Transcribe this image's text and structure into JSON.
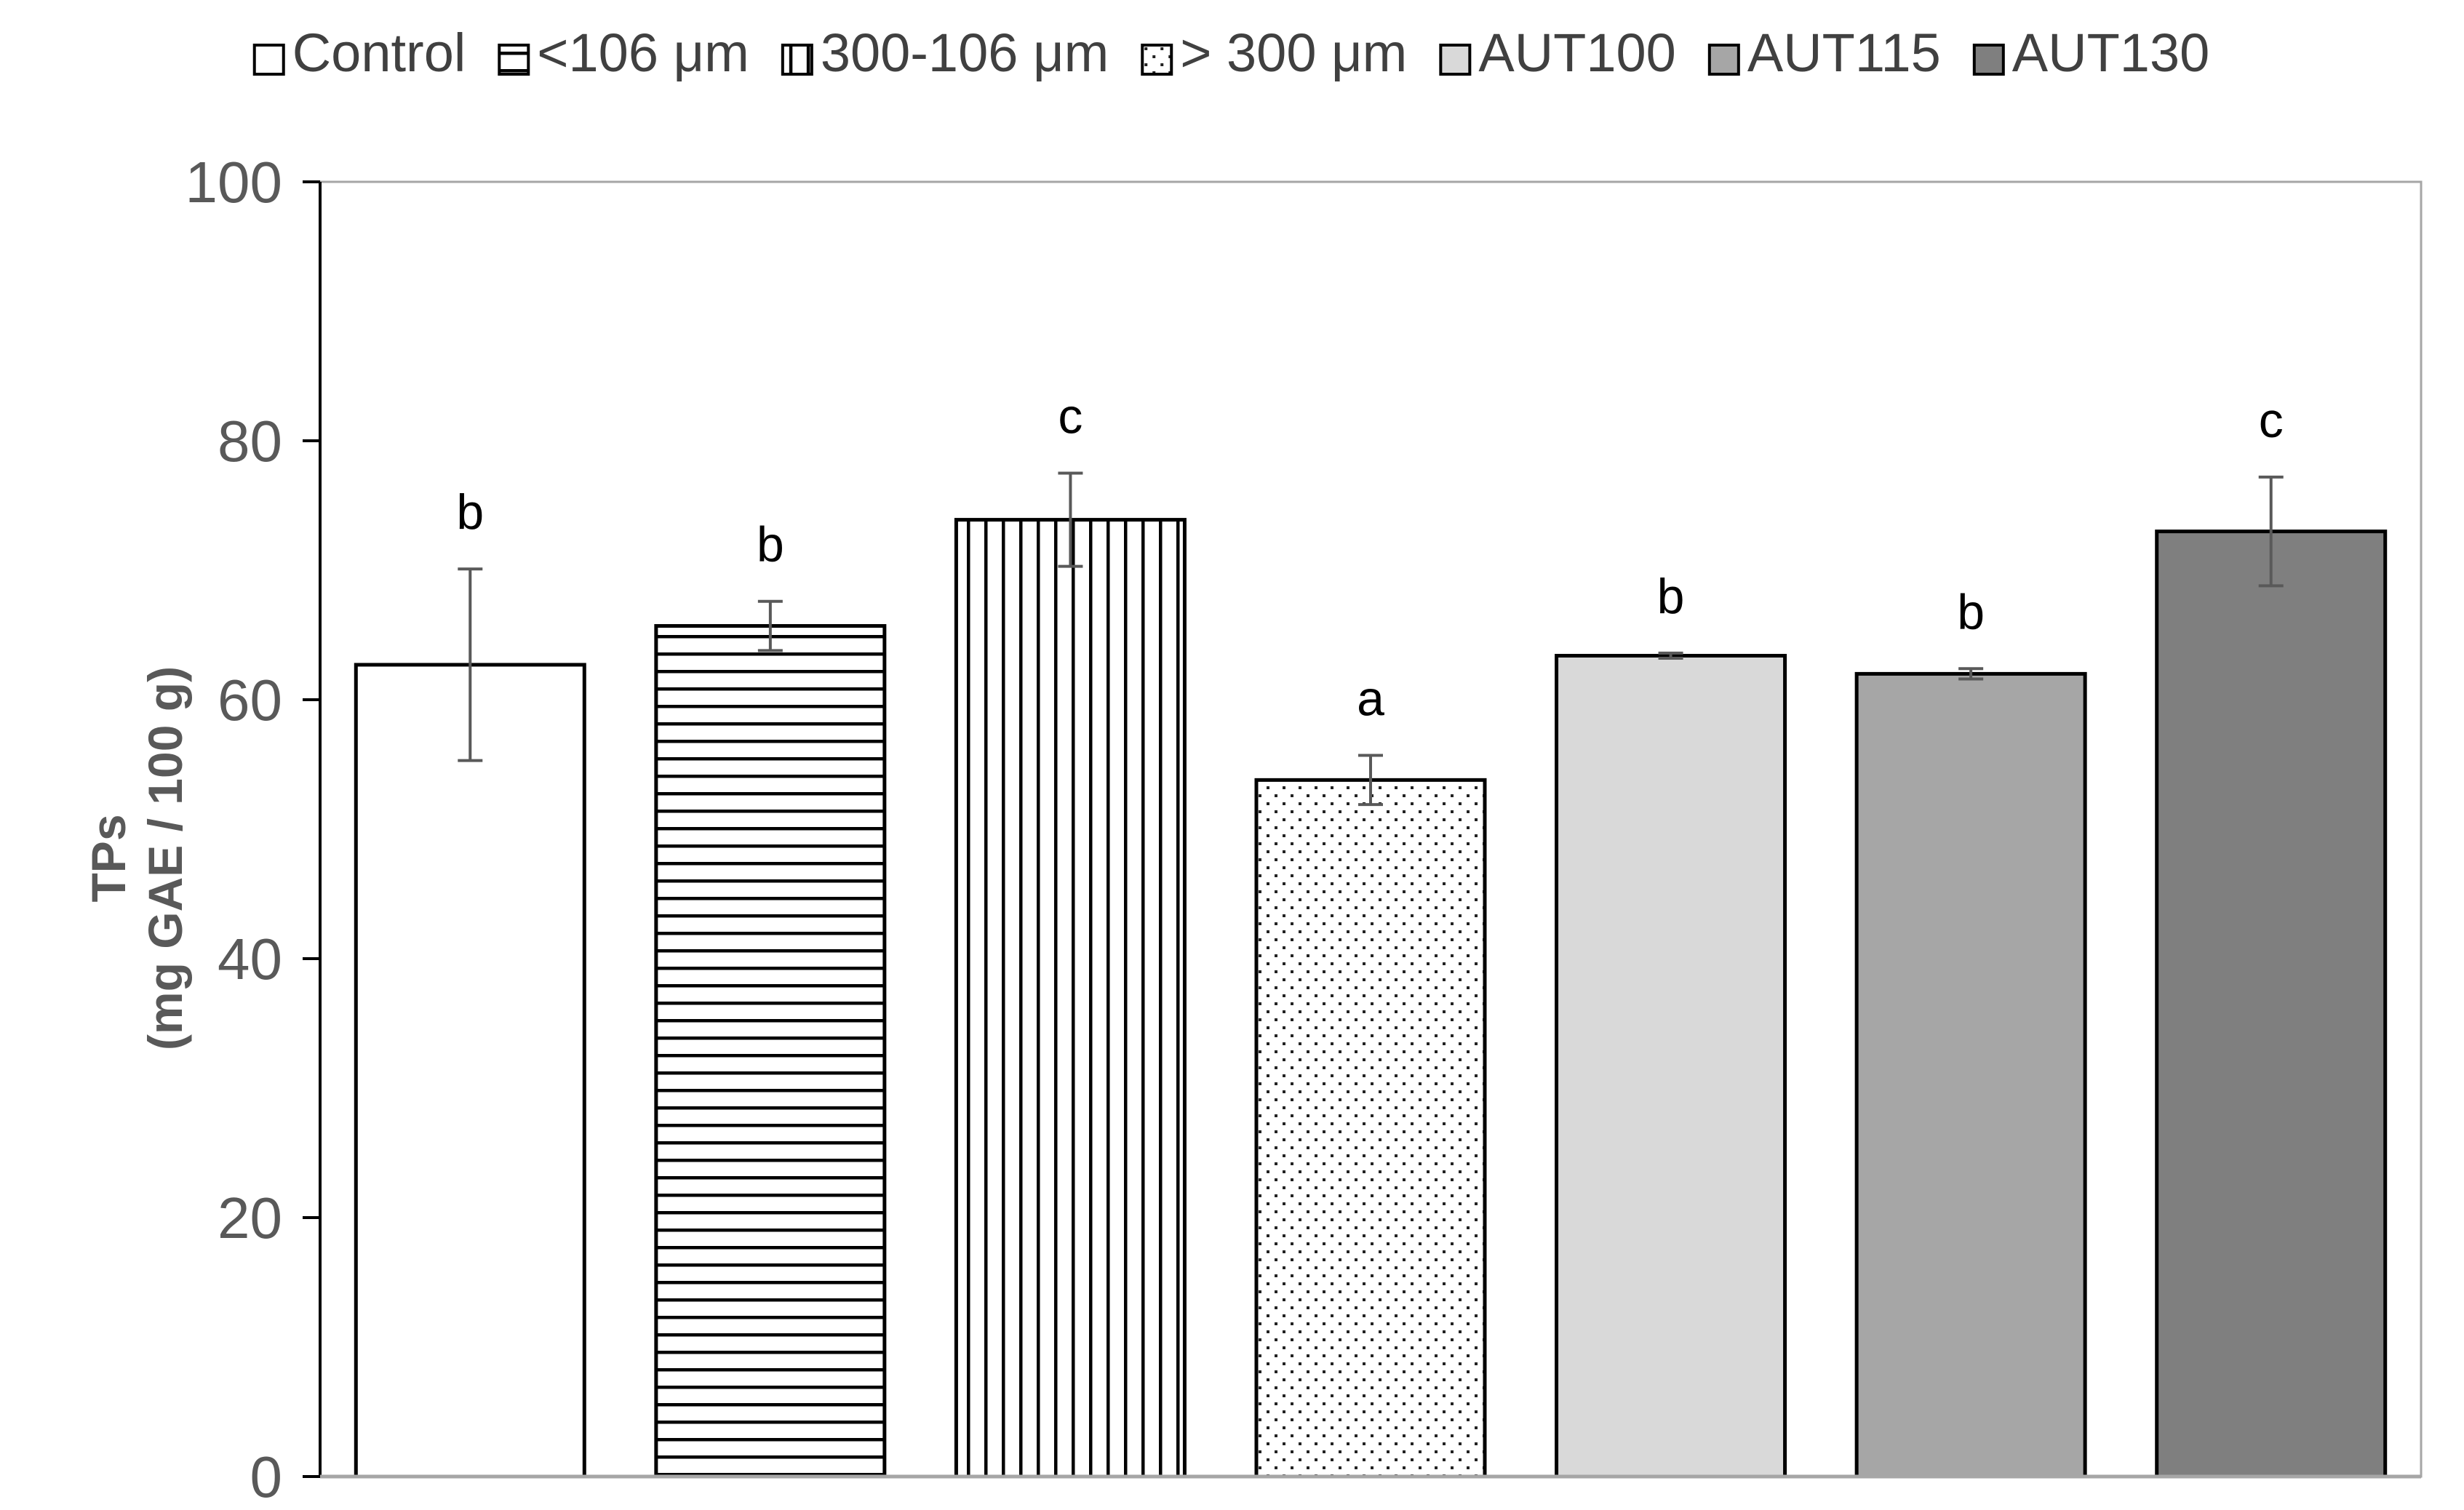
{
  "chart_data": {
    "type": "bar",
    "title": "",
    "xlabel": "",
    "ylabel_lines": [
      "TPs",
      "(mg GAE / 100 g)"
    ],
    "ylim": [
      0,
      100
    ],
    "yticks": [
      0,
      20,
      40,
      60,
      80,
      100
    ],
    "grid": false,
    "legend_position": "top",
    "categories": [
      "Control",
      "<106 μm",
      "300-106 μm",
      "> 300 μm",
      "AUT100",
      "AUT115",
      "AUT130"
    ],
    "values": [
      62.7,
      65.7,
      73.9,
      53.8,
      63.4,
      62.0,
      73.0
    ],
    "errors": [
      7.4,
      1.9,
      3.6,
      1.9,
      0.2,
      0.4,
      4.2
    ],
    "significance": [
      "b",
      "b",
      "c",
      "a",
      "b",
      "b",
      "c"
    ],
    "bar_styles": [
      {
        "pattern": "none",
        "fill": "#ffffff"
      },
      {
        "pattern": "horizontal-lines",
        "fill": "#ffffff"
      },
      {
        "pattern": "vertical-lines",
        "fill": "#ffffff"
      },
      {
        "pattern": "dots",
        "fill": "#ffffff"
      },
      {
        "pattern": "none",
        "fill": "#d9d9d9"
      },
      {
        "pattern": "none",
        "fill": "#a6a6a6"
      },
      {
        "pattern": "none",
        "fill": "#7f7f7f"
      }
    ]
  }
}
